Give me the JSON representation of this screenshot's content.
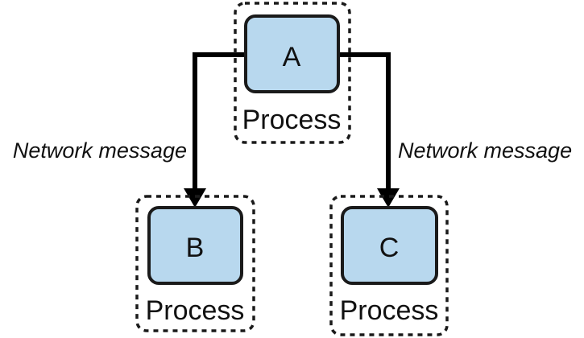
{
  "nodes": {
    "a": {
      "label": "A",
      "group_label": "Process"
    },
    "b": {
      "label": "B",
      "group_label": "Process"
    },
    "c": {
      "label": "C",
      "group_label": "Process"
    }
  },
  "edges": {
    "a_to_b": {
      "label": "Network message"
    },
    "a_to_c": {
      "label": "Network message"
    }
  },
  "colors": {
    "node_fill": "#b8d8ee",
    "stroke": "#1a1a1a"
  }
}
